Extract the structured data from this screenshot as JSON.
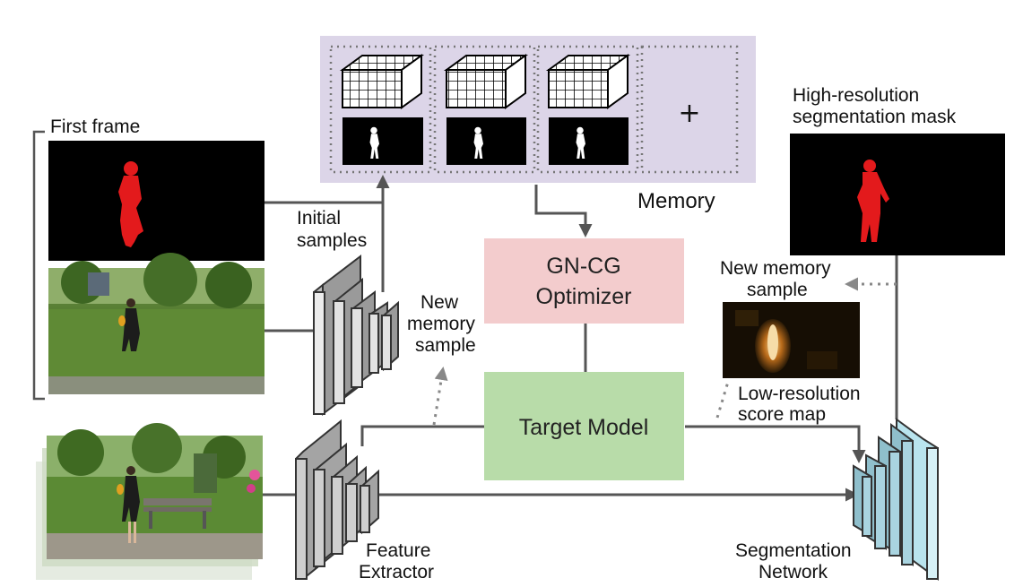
{
  "labels": {
    "first_frame": "First frame",
    "initial_samples_1": "Initial",
    "initial_samples_2": "samples",
    "memory": "Memory",
    "plus": "+",
    "optimizer_1": "GN-CG",
    "optimizer_2": "Optimizer",
    "target_model": "Target Model",
    "new_memory_left_1": "New",
    "new_memory_left_2": "memory",
    "new_memory_left_3": "sample",
    "new_memory_right_1": "New memory",
    "new_memory_right_2": "sample",
    "hires_1": "High-resolution",
    "hires_2": "segmentation mask",
    "lowres_1": "Low-resolution",
    "lowres_2": "score map",
    "feature_1": "Feature",
    "feature_2": "Extractor",
    "seg_1": "Segmentation",
    "seg_2": "Network"
  },
  "colors": {
    "memory_bg": "#dcd5e8",
    "optimizer_box": "#f3cccd",
    "target_box": "#b8dca9",
    "mask_red": "#e31a1c",
    "extractor_gray": "#d9d9d9",
    "segnet_blue": "#a9d4e0"
  }
}
